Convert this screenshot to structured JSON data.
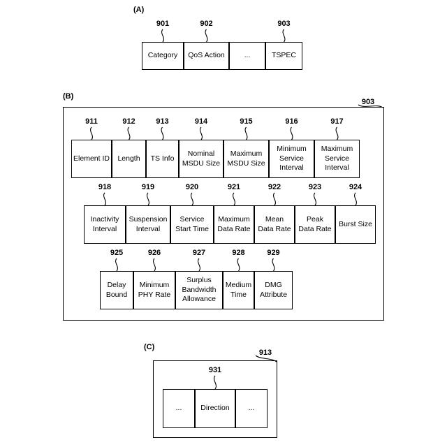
{
  "panel_a": {
    "label": "(A)",
    "fields": [
      {
        "ref": "901",
        "text": "Category"
      },
      {
        "ref": "902",
        "text": "QoS Action"
      },
      {
        "ref": "",
        "text": "..."
      },
      {
        "ref": "903",
        "text": "TSPEC"
      }
    ]
  },
  "panel_b": {
    "label": "(B)",
    "frame_ref": "903",
    "row1": [
      {
        "ref": "911",
        "text": "Element ID"
      },
      {
        "ref": "912",
        "text": "Length"
      },
      {
        "ref": "913",
        "text": "TS Info"
      },
      {
        "ref": "914",
        "text": "Nominal\nMSDU Size"
      },
      {
        "ref": "915",
        "text": "Maximum\nMSDU Size"
      },
      {
        "ref": "916",
        "text": "Minimum\nService\nInterval"
      },
      {
        "ref": "917",
        "text": "Maximum\nService\nInterval"
      }
    ],
    "row2": [
      {
        "ref": "918",
        "text": "Inactivity\nInterval"
      },
      {
        "ref": "919",
        "text": "Suspension\nInterval"
      },
      {
        "ref": "920",
        "text": "Service\nStart Time"
      },
      {
        "ref": "921",
        "text": "Maximum\nData Rate"
      },
      {
        "ref": "922",
        "text": "Mean\nData Rate"
      },
      {
        "ref": "923",
        "text": "Peak\nData Rate"
      },
      {
        "ref": "924",
        "text": "Burst Size"
      }
    ],
    "row3": [
      {
        "ref": "925",
        "text": "Delay\nBound"
      },
      {
        "ref": "926",
        "text": "Minimum\nPHY Rate"
      },
      {
        "ref": "927",
        "text": "Surplus\nBandwidth\nAllowance"
      },
      {
        "ref": "928",
        "text": "Medium\nTime"
      },
      {
        "ref": "929",
        "text": "DMG\nAttribute"
      }
    ]
  },
  "panel_c": {
    "label": "(C)",
    "frame_ref": "913",
    "fields": [
      {
        "ref": "",
        "text": "..."
      },
      {
        "ref": "931",
        "text": "Direction"
      },
      {
        "ref": "",
        "text": "..."
      }
    ]
  }
}
